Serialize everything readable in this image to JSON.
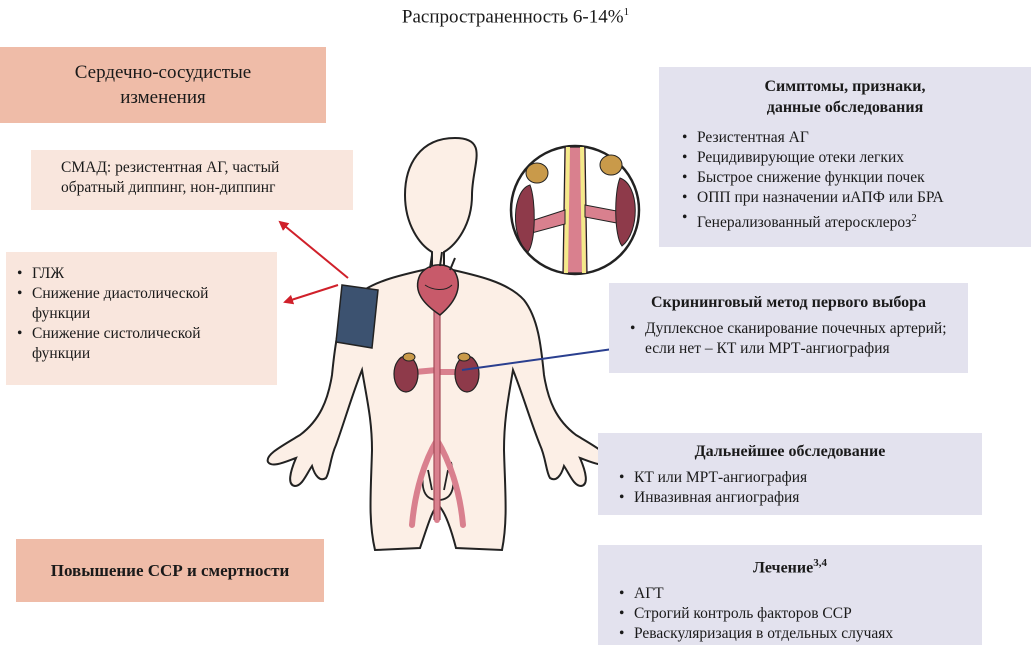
{
  "header": {
    "text": "Распространенность 6-14%",
    "sup": "1"
  },
  "cardio": {
    "line1": "Сердечно-сосудистые",
    "line2": "изменения"
  },
  "smad": {
    "line1": "СМАД: резистентная АГ, частый",
    "line2": "обратный диппинг, нон-диппинг"
  },
  "lv": {
    "items": [
      "ГЛЖ",
      "Снижение диастолической функции",
      "Снижение систолической функции"
    ]
  },
  "risk": {
    "text": "Повышение ССР и смертности"
  },
  "symptoms": {
    "title1": "Симптомы, признаки,",
    "title2": "данные обследования",
    "items": [
      "Резистентная АГ",
      "Рецидивирующие отеки легких",
      "Быстрое снижение функции почек",
      "ОПП при назначении иАПФ или БРА",
      "Генерализованный атеросклероз"
    ],
    "last_sup": "2"
  },
  "screening": {
    "title": "Скрининговый метод первого выбора",
    "line1": "Дуплексное сканирование почечных артерий;",
    "line2": "если нет – КТ или МРТ-ангиография"
  },
  "further": {
    "title": "Дальнейшее обследование",
    "items": [
      "КТ или МРТ-ангиография",
      "Инвазивная ангиография"
    ]
  },
  "treatment": {
    "title": "Лечение",
    "sup": "3,4",
    "items": [
      "АГТ",
      "Строгий контроль факторов ССР",
      "Реваскуляризация в отдельных случаях"
    ]
  },
  "colors": {
    "salmon": "#efbca8",
    "peach": "#f9e6dd",
    "lavender": "#e3e2ee",
    "arrow_red": "#d0202a",
    "arrow_blue": "#2a3f8f",
    "vessel": "#d9808e",
    "kidney": "#8e3a4a",
    "cuff": "#3c5270"
  }
}
